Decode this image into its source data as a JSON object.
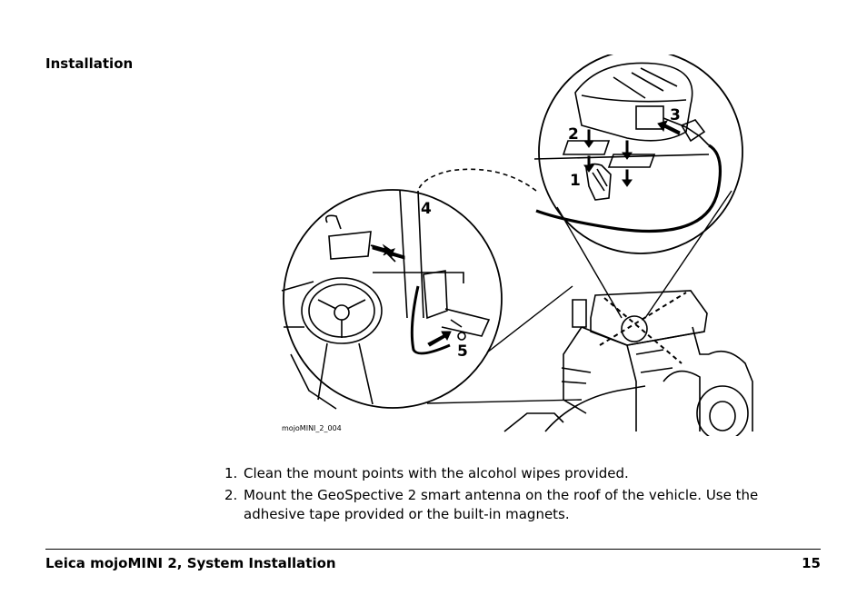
{
  "section": {
    "title": "Installation"
  },
  "figure": {
    "caption_code": "mojoMINI_2_004",
    "callouts": [
      "1",
      "2",
      "3",
      "4",
      "5"
    ]
  },
  "steps": [
    {
      "number": "1.",
      "text": "Clean the mount points with the alcohol wipes provided."
    },
    {
      "number": "2.",
      "text": "Mount the GeoSpective 2 smart antenna on the roof of the vehicle. Use the adhesive tape provided or the built-in magnets."
    }
  ],
  "footer": {
    "title": "Leica mojoMINI 2, System Installation",
    "page_number": "15"
  }
}
